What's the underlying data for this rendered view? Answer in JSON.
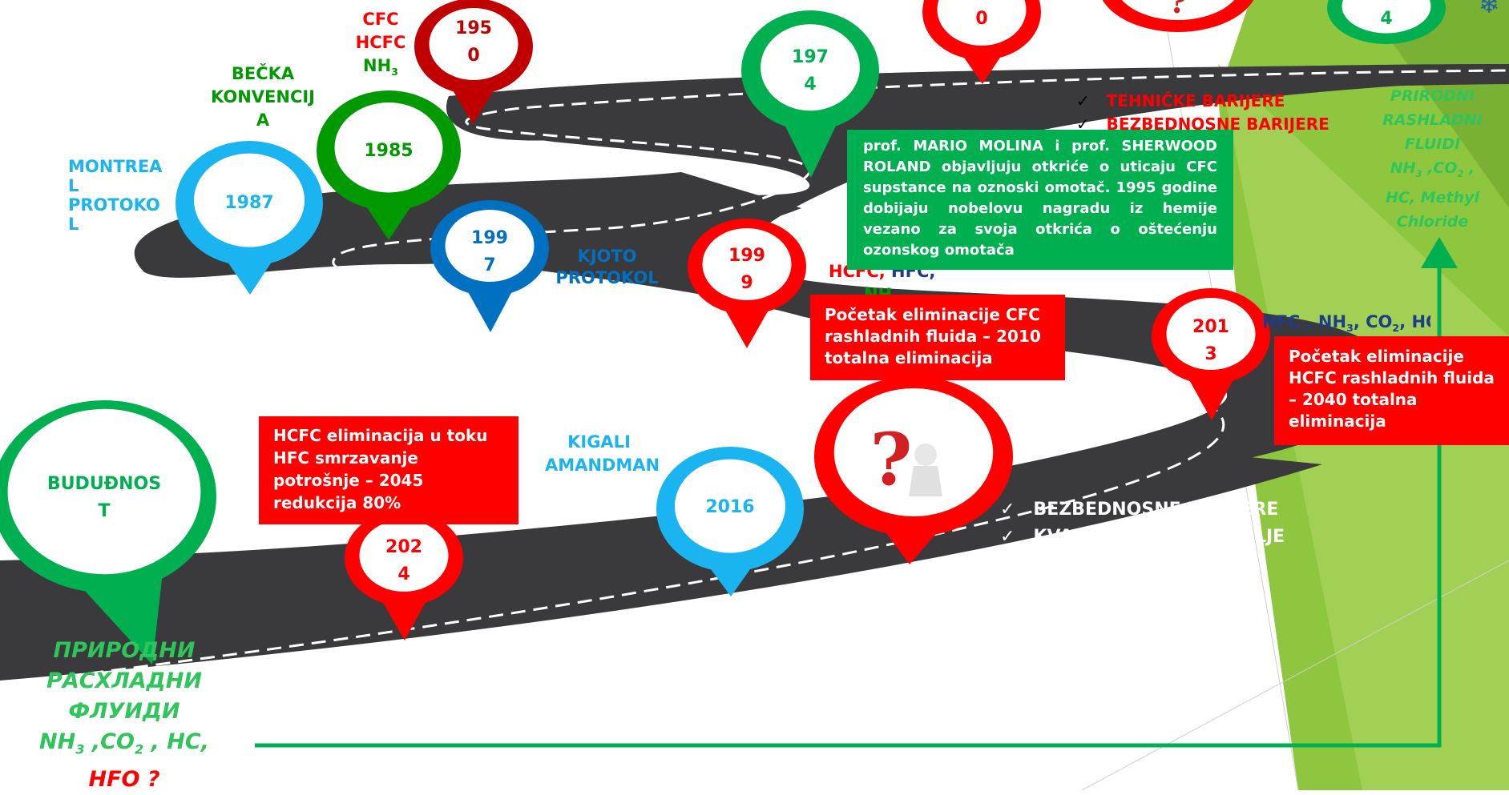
{
  "colors": {
    "red": "#ff0000",
    "green": "#00b050",
    "blue": "#1ab4f0",
    "darkgreen": "#009a00",
    "navy": "#0070c0",
    "darkred": "#c00000",
    "road": "#3a3a3c",
    "lime": "#8fc63f"
  },
  "pins": {
    "p1950": {
      "text": "195\n0",
      "color": "darkred"
    },
    "p1985": {
      "text": "1985",
      "color": "darkgreen"
    },
    "p1987": {
      "text": "1987",
      "color": "blue"
    },
    "p1974": {
      "text": "197\n4",
      "color": "green"
    },
    "p1997": {
      "text": "199\n7",
      "color": "navy"
    },
    "p1999": {
      "text": "199\n9",
      "color": "red"
    },
    "p2013": {
      "text": "201\n3",
      "color": "red"
    },
    "p2016": {
      "text": "2016",
      "color": "blue"
    },
    "p2024": {
      "text": "202\n4",
      "color": "red"
    },
    "p2030": {
      "text": "0",
      "color": "red"
    },
    "p2054": {
      "text": "4",
      "color": "green"
    },
    "future": {
      "text": "BUDUĐNOS\nT",
      "color": "green"
    }
  },
  "labels": {
    "cfc": [
      "CFC",
      "HCFC",
      "NH"
    ],
    "becka": [
      "BEČKA",
      "KONVENCIJ",
      "A"
    ],
    "montreal": [
      "MONTREA",
      "L",
      "PROTOKO",
      "L"
    ],
    "kjoto": [
      "KJOTO",
      "PROTOKOL"
    ],
    "kigali": [
      "KIGALI",
      "AMANDMAN"
    ],
    "hcfc_hfc": "HCFC,",
    "hfc_part": "HFC,",
    "nh3_part": "NH",
    "hfc_right": "HFC , NH",
    "co2_part": ", CO",
    "hc_part": ", HC"
  },
  "boxes": {
    "molina": "prof. MARIO MOLINA i prof. SHERWOOD ROLAND objavljuju otkriće o uticaju CFC supstance na oznoski omotač. 1995 godine dobijaju nobelovu nagradu iz hemije vezano za svoja otkrića o oštećenju ozonskog omotača",
    "cfc_elim": "Početak eliminacije CFC rashladnih fluida – 2010 totalna eliminacija",
    "hcfc_elim": "Početak eliminacije HCFC rashladnih fluida – 2040 totalna eliminacija",
    "hcfc_toku": "HCFC eliminacija u toku HFC smrzavanje potrošnje  – 2045 redukcija 80%"
  },
  "checklists": {
    "top": [
      "TEHNIČKE BARIJERE",
      "BEZBEDNOSNE BARIJERE"
    ],
    "bottom": [
      "BEZBEDNOSNE BARIJERE",
      "KVALIFIKOVANO OSOBLJE"
    ]
  },
  "natural_right": [
    "PRIRODNI",
    "RASHLADNI",
    "FLUIDI",
    "NH",
    ",CO",
    ",",
    "HC, Methyl",
    "Chloride"
  ],
  "natural_left": [
    "ПРИРОДНИ",
    "РАСХЛАДНИ",
    "ФЛУИДИ",
    "NH",
    ",CO",
    ", HC,",
    "HFO ?"
  ],
  "check_mark": "✓"
}
